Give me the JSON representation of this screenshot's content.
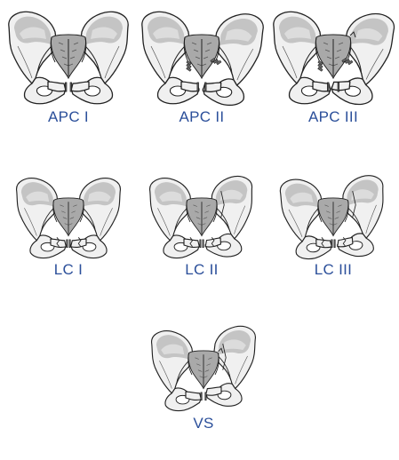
{
  "panels": [
    {
      "id": "apc1",
      "label": "APC I",
      "variant": "apc1"
    },
    {
      "id": "apc2",
      "label": "APC II",
      "variant": "apc2"
    },
    {
      "id": "apc3",
      "label": "APC III",
      "variant": "apc3"
    },
    {
      "id": "lc1",
      "label": "LC I",
      "variant": "lc1"
    },
    {
      "id": "lc2",
      "label": "LC II",
      "variant": "lc2"
    },
    {
      "id": "lc3",
      "label": "LC III",
      "variant": "lc3"
    },
    {
      "id": "vs",
      "label": "VS",
      "variant": "vs"
    }
  ]
}
